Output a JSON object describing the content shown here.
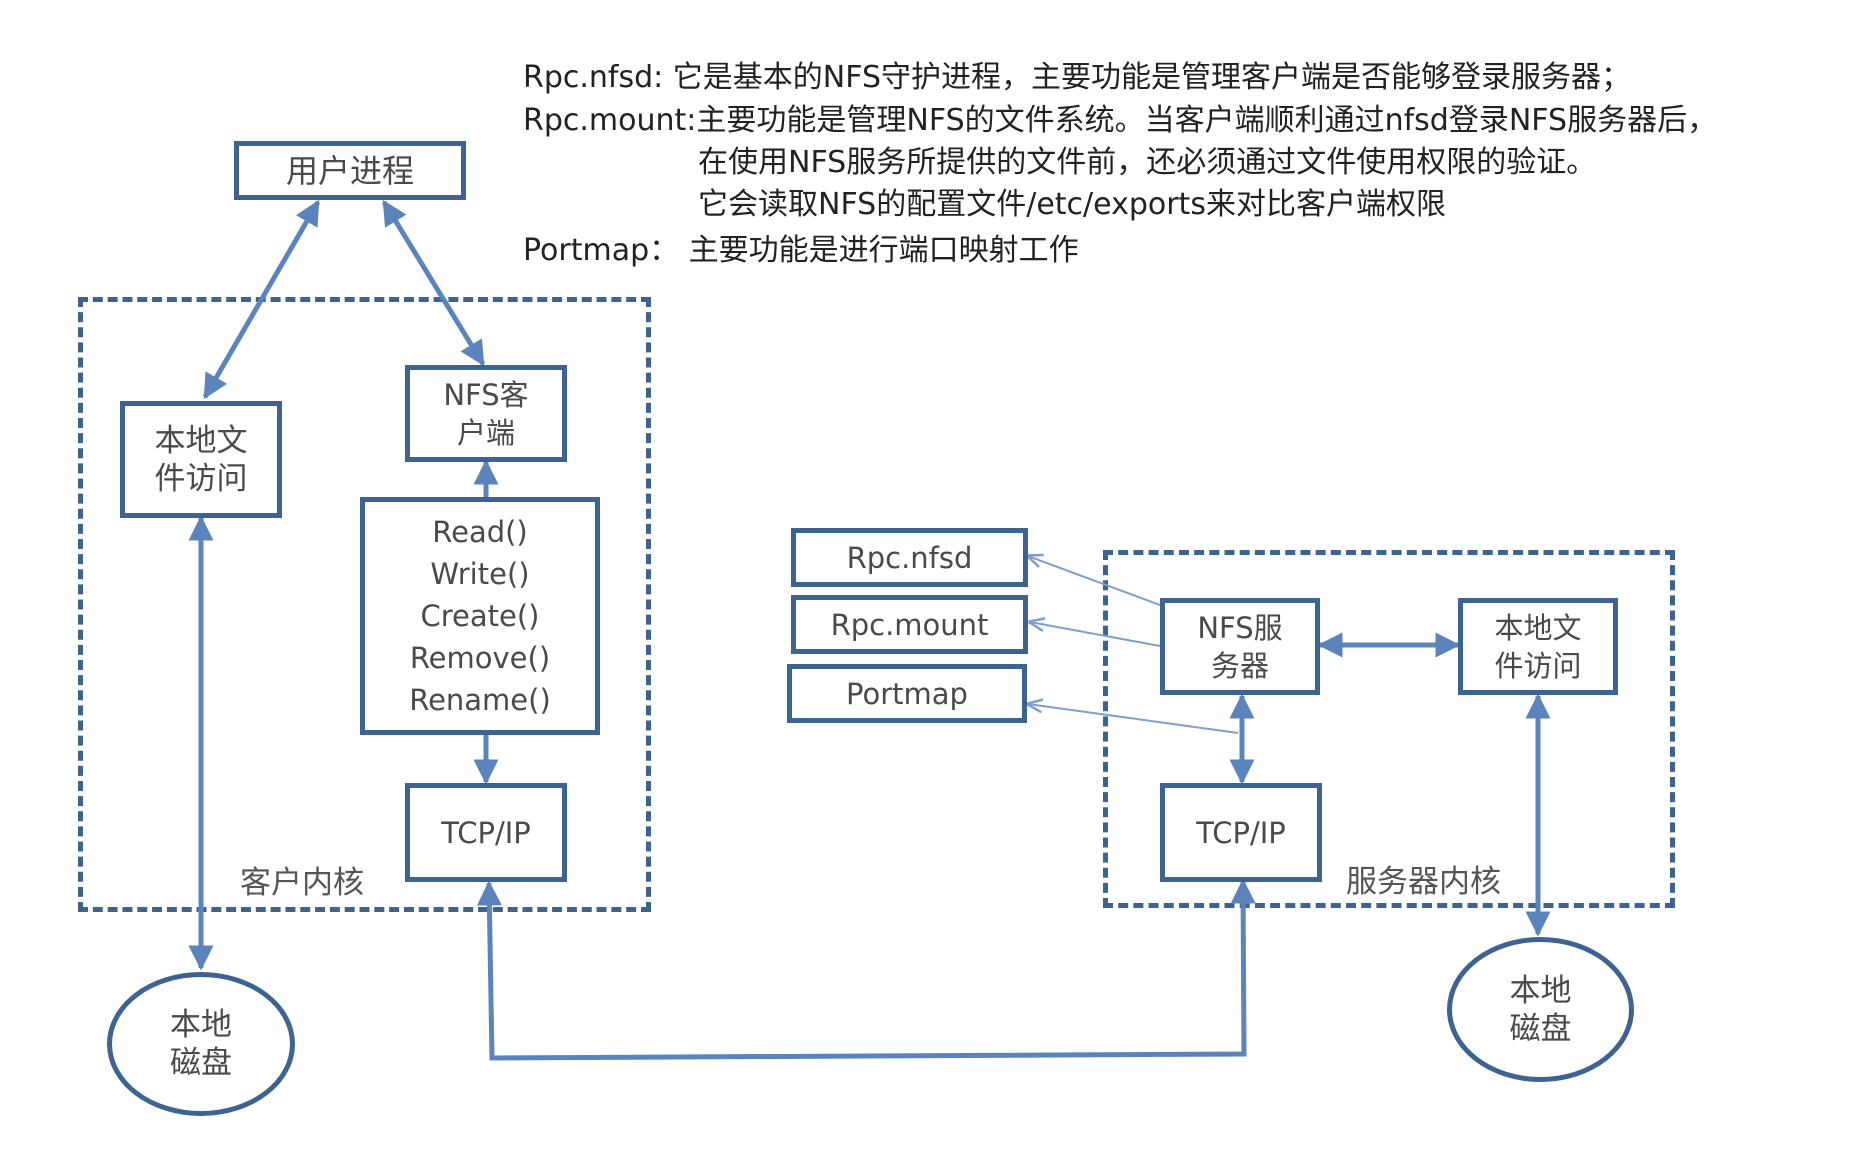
{
  "descriptions": {
    "rpc_nfsd": "Rpc.nfsd:   它是基本的NFS守护进程，主要功能是管理客户端是否能够登录服务器；",
    "rpc_mount_1": "Rpc.mount:主要功能是管理NFS的文件系统。当客户端顺利通过nfsd登录NFS服务器后，",
    "rpc_mount_2": "在使用NFS服务所提供的文件前，还必须通过文件使用权限的验证。",
    "rpc_mount_3": "它会读取NFS的配置文件/etc/exports来对比客户端权限",
    "portmap": "Portmap：  主要功能是进行端口映射工作"
  },
  "client": {
    "user_process": "用户进程",
    "local_access_1": "本地文",
    "local_access_2": "件访问",
    "nfs_client_1": "NFS客",
    "nfs_client_2": "户端",
    "functions": [
      "Read()",
      "Write()",
      "Create()",
      "Remove()",
      "Rename()"
    ],
    "tcpip": "TCP/IP",
    "kernel_label": "客户内核",
    "disk_1": "本地",
    "disk_2": "磁盘"
  },
  "server": {
    "rpc_nfsd": "Rpc.nfsd",
    "rpc_mount": "Rpc.mount",
    "portmap": "Portmap",
    "nfs_server_1": "NFS服",
    "nfs_server_2": "务器",
    "local_access_1": "本地文",
    "local_access_2": "件访问",
    "tcpip": "TCP/IP",
    "kernel_label": "服务器内核",
    "disk_1": "本地",
    "disk_2": "磁盘"
  },
  "colors": {
    "stroke": "#3d6390",
    "arrow": "#5b84bd",
    "thin_arrow": "#7f9fcb"
  }
}
